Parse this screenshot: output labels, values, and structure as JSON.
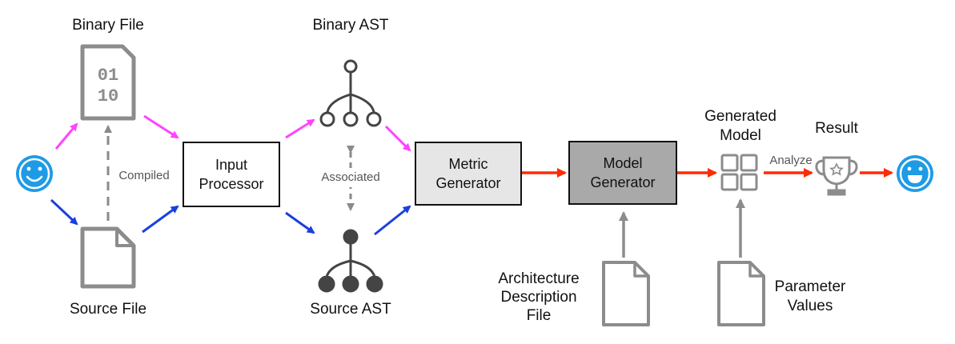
{
  "nodes": {
    "binary_file": "Binary File",
    "source_file": "Source File",
    "input_processor": "Input\nProcessor",
    "binary_ast": "Binary AST",
    "source_ast": "Source AST",
    "metric_generator": "Metric\nGenerator",
    "model_generator": "Model\nGenerator",
    "architecture_description_file": "Architecture\nDescription\nFile",
    "generated_model": "Generated\nModel",
    "parameter_values": "Parameter\nValues",
    "result": "Result"
  },
  "edge_labels": {
    "compiled": "Compiled",
    "associated": "Associated",
    "analyze": "Analyze"
  },
  "icons": {
    "user_start": "smiley-face-icon",
    "user_end": "grinning-face-icon",
    "binary_file": "binary-file-icon",
    "source_file": "document-icon",
    "binary_ast": "tree-hollow-nodes-icon",
    "source_ast": "tree-filled-nodes-icon",
    "architecture_file": "document-icon",
    "parameter_file": "document-icon",
    "generated_model": "grid-icon",
    "result": "trophy-icon"
  },
  "colors": {
    "binary_path": "#ff44ff",
    "source_path": "#1a3fe0",
    "pipeline": "#ff2a00",
    "dashed": "#8a8a8a",
    "icon_gray": "#8c8c8c",
    "face_blue": "#1e9be6"
  }
}
